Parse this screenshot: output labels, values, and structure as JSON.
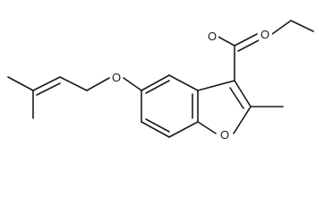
{
  "molecule": {
    "atom_labels": {
      "ester_carbonyl_oxygen": "O",
      "ester_ether_oxygen": "O",
      "aryl_ether_oxygen": "O",
      "furan_oxygen": "O"
    }
  },
  "colors": {
    "bond": "#1a1a1a",
    "background": "#ffffff"
  }
}
